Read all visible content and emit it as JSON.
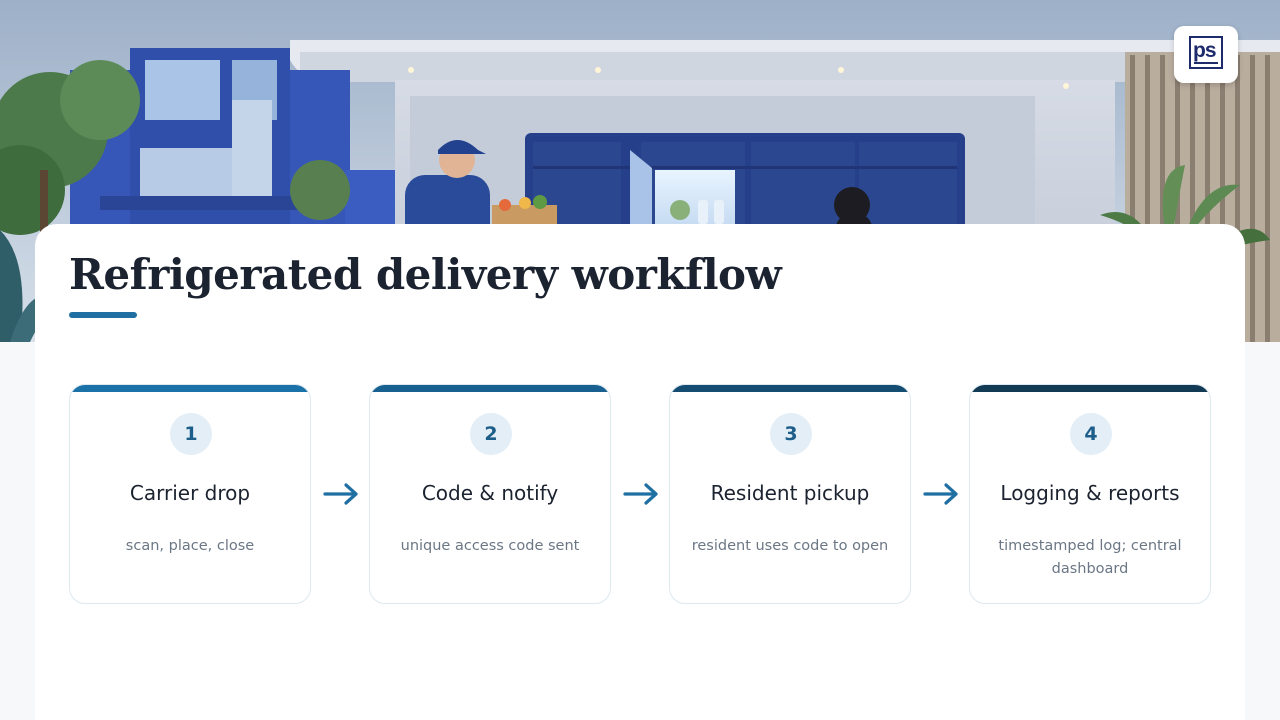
{
  "slide": {
    "title": "Refrigerated delivery workflow",
    "logo_text": "ps"
  },
  "colors": {
    "accent": "#1f6fa3",
    "bar_1": "#1a72a8",
    "bar_2": "#17608f",
    "bar_3": "#154d72",
    "bar_4": "#123a55",
    "arrow": "#1f6fa3"
  },
  "steps": [
    {
      "number": "1",
      "name": "Carrier drop",
      "description": "scan, place, close"
    },
    {
      "number": "2",
      "name": "Code & notify",
      "description": "unique access code sent"
    },
    {
      "number": "3",
      "name": "Resident pickup",
      "description": "resident uses code to open"
    },
    {
      "number": "4",
      "name": "Logging & reports",
      "description": "timestamped log; central dashboard"
    }
  ],
  "icons": {
    "arrow": "arrow-right-icon",
    "logo": "ps-logo"
  }
}
